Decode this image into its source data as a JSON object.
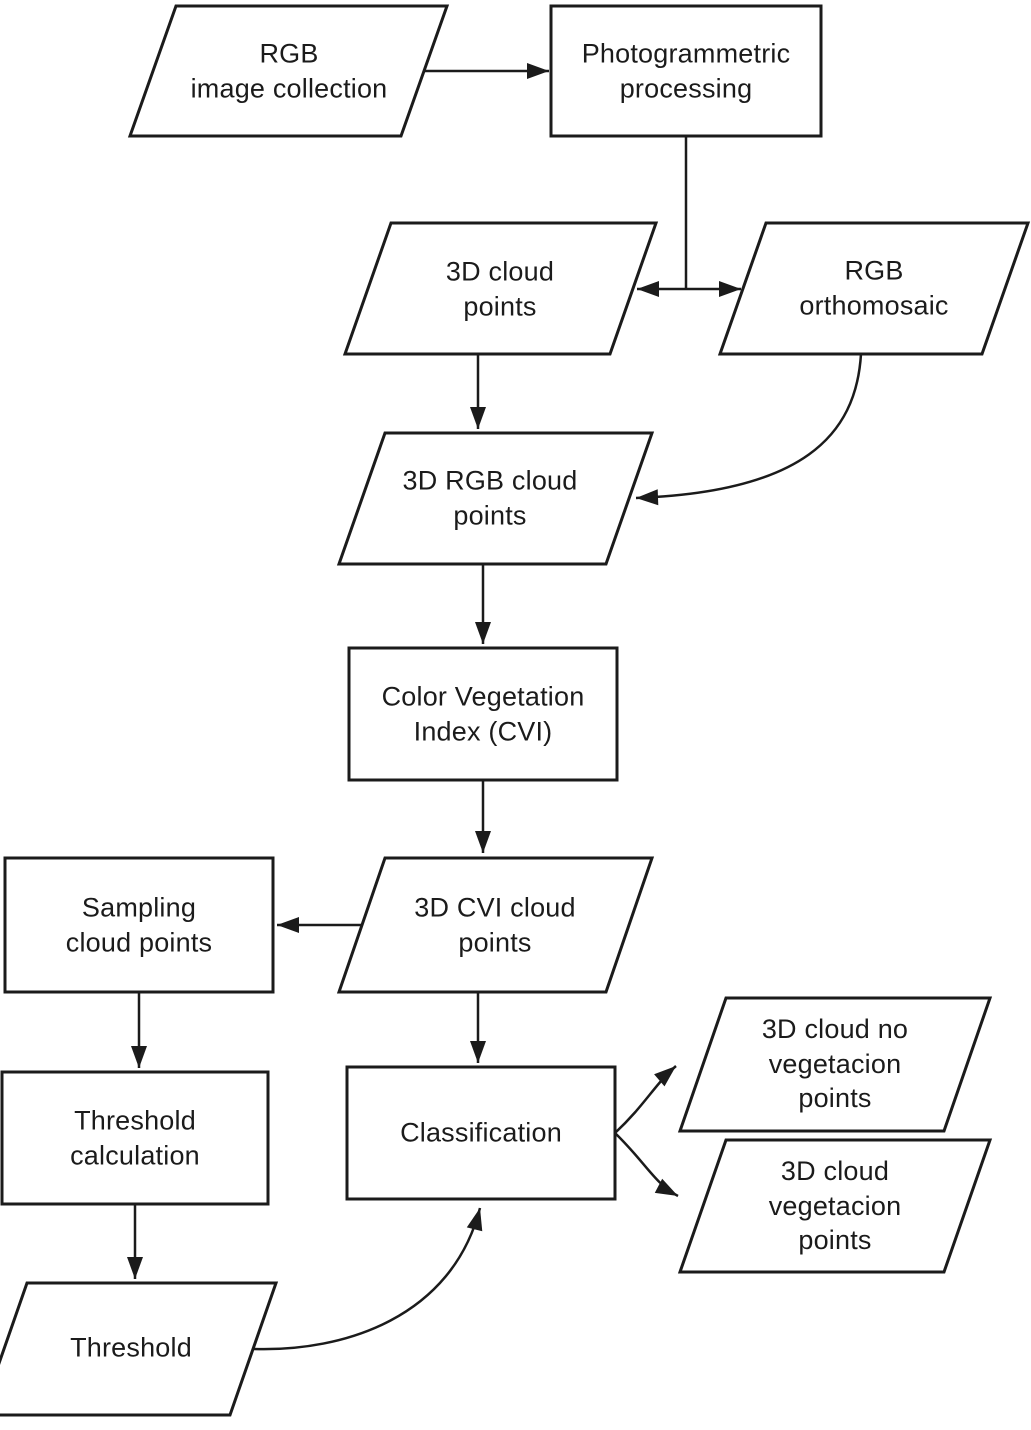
{
  "diagram": {
    "type": "flowchart",
    "background_color": "#ffffff",
    "stroke_color": "#1b1b1b",
    "nodes": {
      "rgb_image_collection": {
        "label": "RGB\nimage collection",
        "shape": "parallelogram",
        "role": "input"
      },
      "photogrammetric_processing": {
        "label": "Photogrammetric\nprocessing",
        "shape": "rectangle",
        "role": "process"
      },
      "cloud_points_3d": {
        "label": "3D cloud\npoints",
        "shape": "parallelogram",
        "role": "data"
      },
      "rgb_orthomosaic": {
        "label": "RGB\northomosaic",
        "shape": "parallelogram",
        "role": "data"
      },
      "rgb_cloud_points_3d": {
        "label": "3D RGB cloud\npoints",
        "shape": "parallelogram",
        "role": "data"
      },
      "color_vegetation_index": {
        "label": "Color Vegetation\nIndex (CVI)",
        "shape": "rectangle",
        "role": "process"
      },
      "sampling_cloud_points": {
        "label": "Sampling\ncloud points",
        "shape": "rectangle",
        "role": "process"
      },
      "cvi_cloud_points_3d": {
        "label": "3D CVI cloud\npoints",
        "shape": "parallelogram",
        "role": "data"
      },
      "classification": {
        "label": "Classification",
        "shape": "rectangle",
        "role": "process"
      },
      "threshold_calculation": {
        "label": "Threshold\ncalculation",
        "shape": "rectangle",
        "role": "process"
      },
      "threshold": {
        "label": "Threshold",
        "shape": "parallelogram",
        "role": "data"
      },
      "cloud_no_vegetation_3d": {
        "label": "3D cloud no\nvegetacion points",
        "shape": "parallelogram",
        "role": "output"
      },
      "cloud_vegetation_3d": {
        "label": "3D cloud\nvegetacion points",
        "shape": "parallelogram",
        "role": "output"
      }
    },
    "edges": [
      {
        "from": "rgb_image_collection",
        "to": "photogrammetric_processing",
        "style": "straight-arrow"
      },
      {
        "from": "photogrammetric_processing",
        "to": "cloud_points_3d",
        "style": "split-double-arrow"
      },
      {
        "from": "photogrammetric_processing",
        "to": "rgb_orthomosaic",
        "style": "split-double-arrow"
      },
      {
        "from": "cloud_points_3d",
        "to": "rgb_cloud_points_3d",
        "style": "straight-arrow"
      },
      {
        "from": "rgb_orthomosaic",
        "to": "rgb_cloud_points_3d",
        "style": "curved-arrow"
      },
      {
        "from": "rgb_cloud_points_3d",
        "to": "color_vegetation_index",
        "style": "straight-arrow"
      },
      {
        "from": "color_vegetation_index",
        "to": "cvi_cloud_points_3d",
        "style": "straight-arrow"
      },
      {
        "from": "cvi_cloud_points_3d",
        "to": "sampling_cloud_points",
        "style": "straight-arrow"
      },
      {
        "from": "cvi_cloud_points_3d",
        "to": "classification",
        "style": "straight-arrow"
      },
      {
        "from": "sampling_cloud_points",
        "to": "threshold_calculation",
        "style": "straight-arrow"
      },
      {
        "from": "threshold_calculation",
        "to": "threshold",
        "style": "straight-arrow"
      },
      {
        "from": "threshold",
        "to": "classification",
        "style": "curved-arrow"
      },
      {
        "from": "classification",
        "to": "cloud_no_vegetation_3d",
        "style": "curved-arrow"
      },
      {
        "from": "classification",
        "to": "cloud_vegetation_3d",
        "style": "curved-arrow"
      }
    ]
  }
}
